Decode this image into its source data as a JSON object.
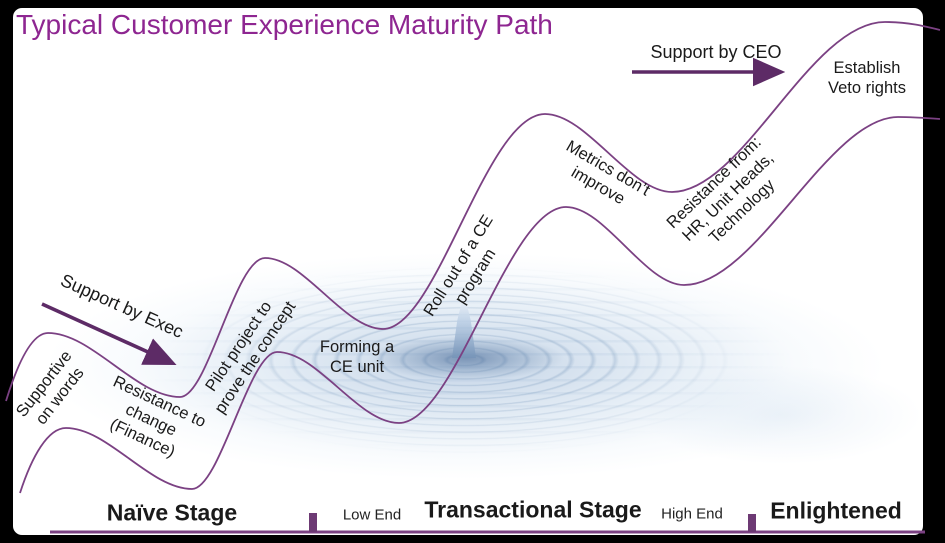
{
  "title": "Typical Customer Experience Maturity Path",
  "colors": {
    "title_purple": "#8e2691",
    "curve_plum": "#7b4183",
    "arrow_purple": "#5d2b66",
    "tick_purple": "#6d3a74",
    "baseline_purple": "#7b4183",
    "body_text": "#1a1a1a"
  },
  "path_labels": {
    "supportive_on_words": {
      "line1": "Supportive",
      "line2": "on words"
    },
    "resistance_change": {
      "line1": "Resistance to",
      "line2": "change",
      "line3": "(Finance)"
    },
    "pilot_project": {
      "line1": "Pilot project to",
      "line2": "prove the concept"
    },
    "forming_ce_unit": {
      "line1": "Forming a",
      "line2": "CE unit"
    },
    "rollout_ce_program": {
      "line1": "Roll out of a CE",
      "line2": "program"
    },
    "metrics_dont_improve": {
      "line1": "Metrics don’t",
      "line2": "improve"
    },
    "resistance_from": {
      "line1": "Resistance from:",
      "line2": "HR, Unit Heads,",
      "line3": "Technology"
    },
    "establish_veto": {
      "line1": "Establish",
      "line2": "Veto rights"
    }
  },
  "annotations": {
    "support_exec": "Support by Exec",
    "support_ceo": "Support by CEO"
  },
  "stage_axis": {
    "naive": "Naïve Stage",
    "low_end": "Low End",
    "transactional": "Transactional Stage",
    "high_end": "High End",
    "enlightened": "Enlightened"
  }
}
